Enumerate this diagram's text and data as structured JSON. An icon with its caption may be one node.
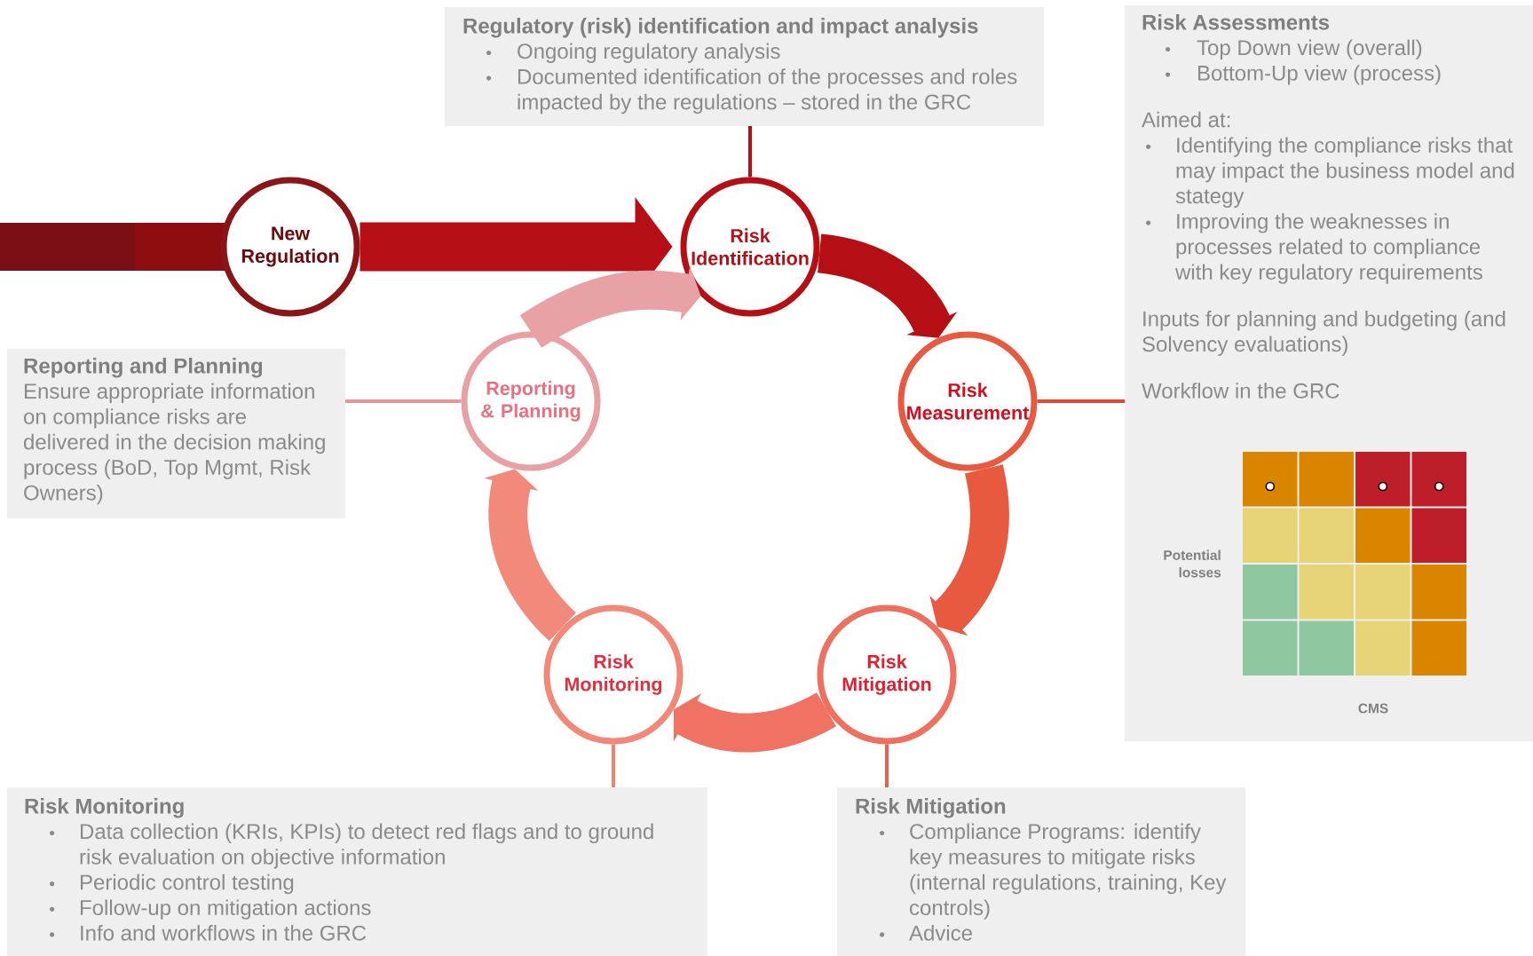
{
  "diagram": {
    "nodes": [
      {
        "text": [
          "Regulatory (risk) identification and impact analysis",
          "Ongoing regulatory analysis",
          "Documented identification of the processes and roles impacted by the regulations – stored in the GRC"
        ]
      },
      {
        "text": [
          "Risk Assessments",
          "Top Down view (overall)",
          "Bottom-Up view (process)",
          "Aimed at:",
          "Identifying the compliance risks that may impact the business model and stategy",
          "Improving the weaknesses in processes related to compliance with key regulatory requirements",
          "Inputs for planning and budgeting (and Solvency evaluations)",
          "Workflow in the GRC"
        ]
      },
      {
        "text": [
          "New Regulation"
        ]
      },
      {
        "text": [
          "Risk Identification"
        ]
      },
      {
        "text": [
          "Reporting and Planning",
          "Ensure appropriate information on compliance risks are delivered in the decision making process (BoD, Top Mgmt, Risk Owners)"
        ]
      },
      {
        "text": [
          "Reporting & Planning"
        ]
      },
      {
        "text": [
          "Risk Measurement"
        ]
      },
      {
        "text": [
          "Risk Monitoring"
        ]
      },
      {
        "text": [
          "Risk Mitigation"
        ]
      },
      {
        "text": [
          "Risk Monitoring",
          "Data collection (KRIs, KPIs) to detect red flags and to ground risk evaluation on objective information",
          "Periodic control testing",
          "Follow-up on mitigation actions",
          "Info and workflows in the GRC"
        ]
      },
      {
        "text": [
          "Risk Mitigation",
          "Compliance Programs: identify key measures to mitigate risks (internal regulations, training, Key controls)",
          "Advice"
        ]
      }
    ],
    "edges": [
      {
        "from": 0,
        "to": 3,
        "arrow": "none",
        "color": "#b50f15"
      },
      {
        "from": 6,
        "to": 1,
        "arrow": "none",
        "color": "#e24a35"
      },
      {
        "from": 4,
        "to": 5,
        "arrow": "none",
        "color": "#e8959c"
      },
      {
        "from": 7,
        "to": 9,
        "arrow": "none",
        "color": "#f08272"
      },
      {
        "from": 8,
        "to": 10,
        "arrow": "none",
        "color": "#ea6050"
      },
      {
        "from": 2,
        "to": 3,
        "arrow": "to",
        "color": "#b50f15"
      },
      {
        "from": 3,
        "to": 6,
        "arrow": "to",
        "color": "#b50f15"
      },
      {
        "from": 6,
        "to": 8,
        "arrow": "to",
        "color": "#e85a40"
      },
      {
        "from": 8,
        "to": 7,
        "arrow": "to",
        "color": "#f07262"
      },
      {
        "from": 7,
        "to": 5,
        "arrow": "to",
        "color": "#f28a7c"
      },
      {
        "from": 5,
        "to": 3,
        "arrow": "to",
        "color": "#e8a2a6"
      }
    ],
    "labels": [
      "Potential losses",
      "CMS"
    ]
  }
}
